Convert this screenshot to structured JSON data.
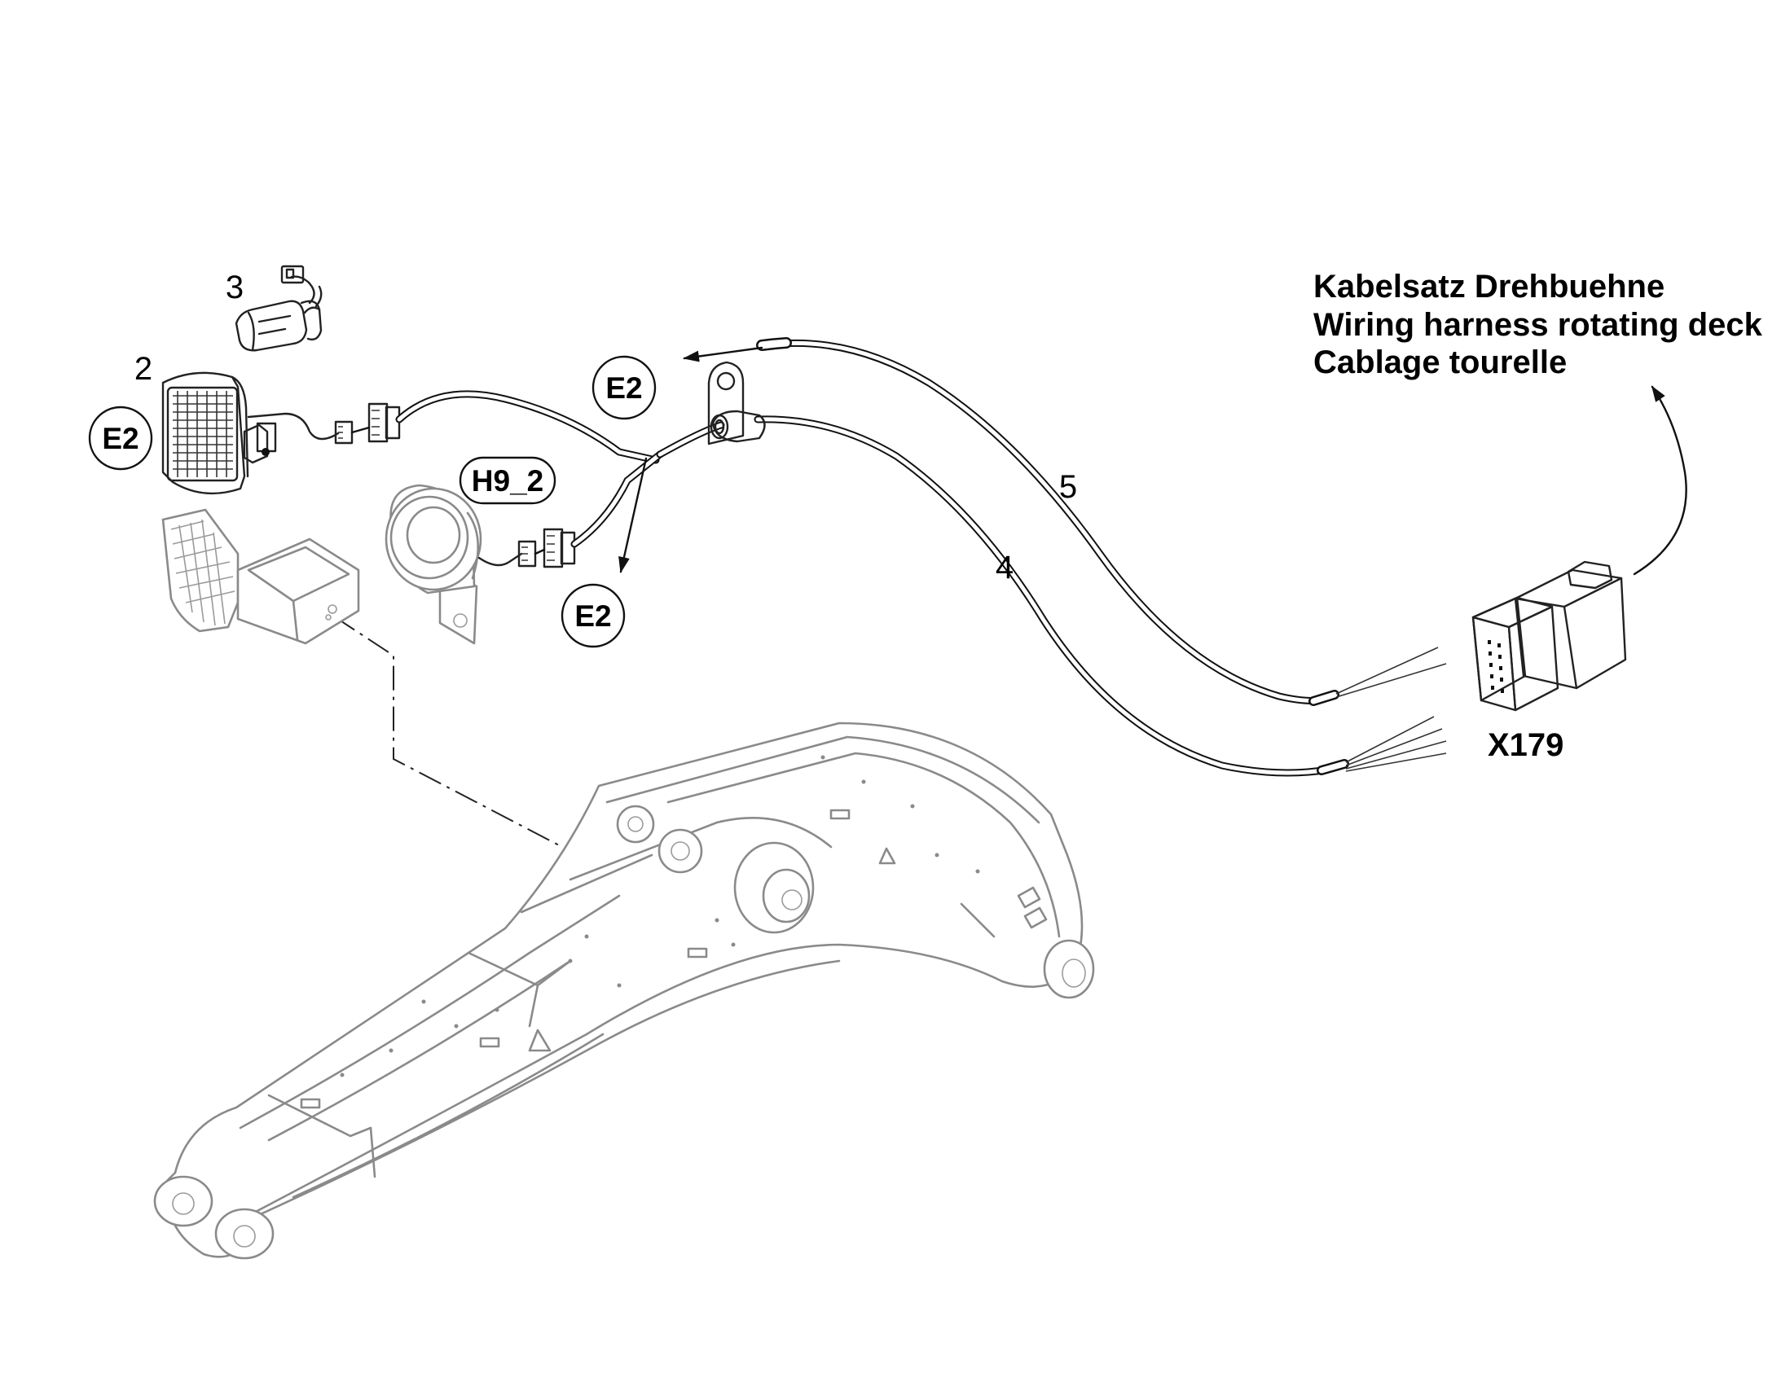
{
  "harness_title": {
    "line_de": "Kabelsatz Drehbuehne",
    "line_en": "Wiring harness rotating deck",
    "line_fr": "Cablage tourelle"
  },
  "connector_label": "X179",
  "item_numbers": {
    "item_2": "2",
    "item_3": "3",
    "item_4": "4",
    "item_5": "5"
  },
  "reference_tags": {
    "lamp": "E2",
    "horn": "H9_2",
    "wire_top": "E2",
    "wire_bottom": "E2"
  }
}
